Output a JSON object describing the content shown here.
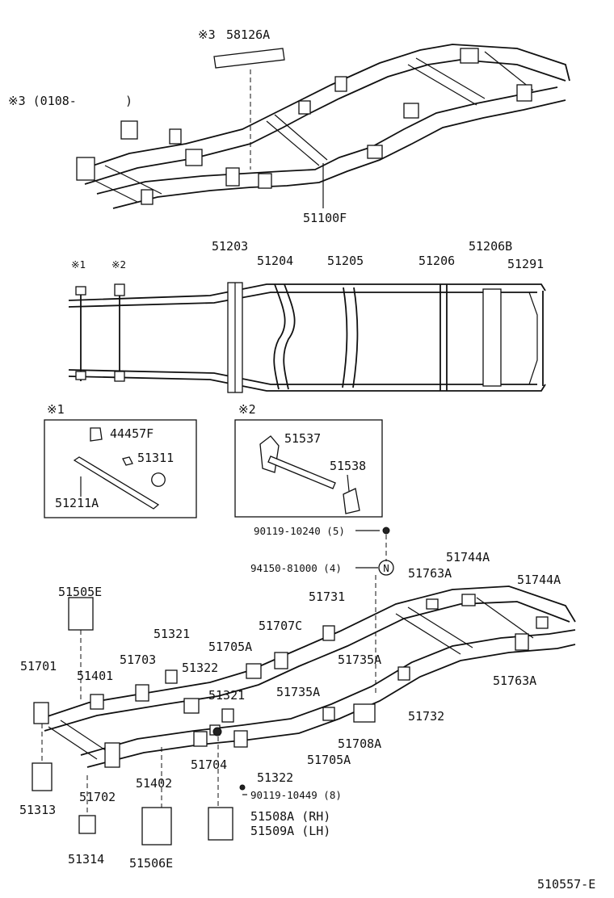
{
  "top_section": {
    "note_top": "※3",
    "part_58126A": "58126A",
    "note_range": "※3 (0108-",
    "note_range_close": ")",
    "part_51100F": "51100F"
  },
  "crossmember_section": {
    "labels": [
      "51203",
      "51204",
      "51205",
      "51206",
      "51206B",
      "51291"
    ],
    "mark1": "※1",
    "mark2": "※2"
  },
  "inset1": {
    "mark": "※1",
    "parts": [
      "44457F",
      "51311",
      "51211A"
    ]
  },
  "inset2": {
    "mark": "※2",
    "parts": [
      "51537",
      "51538"
    ]
  },
  "bottom_section": {
    "bolt1": "90119-10240 (5)",
    "nut1": "94150-81000 (4)",
    "bolt2": "90119-10449 (8)",
    "parts": {
      "p51505E": "51505E",
      "p51701": "51701",
      "p51401": "51401",
      "p51703": "51703",
      "p51321a": "51321",
      "p51322a": "51322",
      "p51321b": "51321",
      "p51705Aa": "51705A",
      "p51707C": "51707C",
      "p51731": "51731",
      "p51735Aa": "51735A",
      "p51735Ab": "51735A",
      "p51744Aa": "51744A",
      "p51744Ab": "51744A",
      "p51763Aa": "51763A",
      "p51763Ab": "51763A",
      "p51732": "51732",
      "p51708A": "51708A",
      "p51705Ab": "51705A",
      "p51322b": "51322",
      "p51704": "51704",
      "p51402": "51402",
      "p51702": "51702",
      "p51313": "51313",
      "p51314": "51314",
      "p51506E": "51506E",
      "p51508A": "51508A (RH)",
      "p51509A": "51509A (LH)"
    }
  },
  "diagram_code": "510557-E"
}
